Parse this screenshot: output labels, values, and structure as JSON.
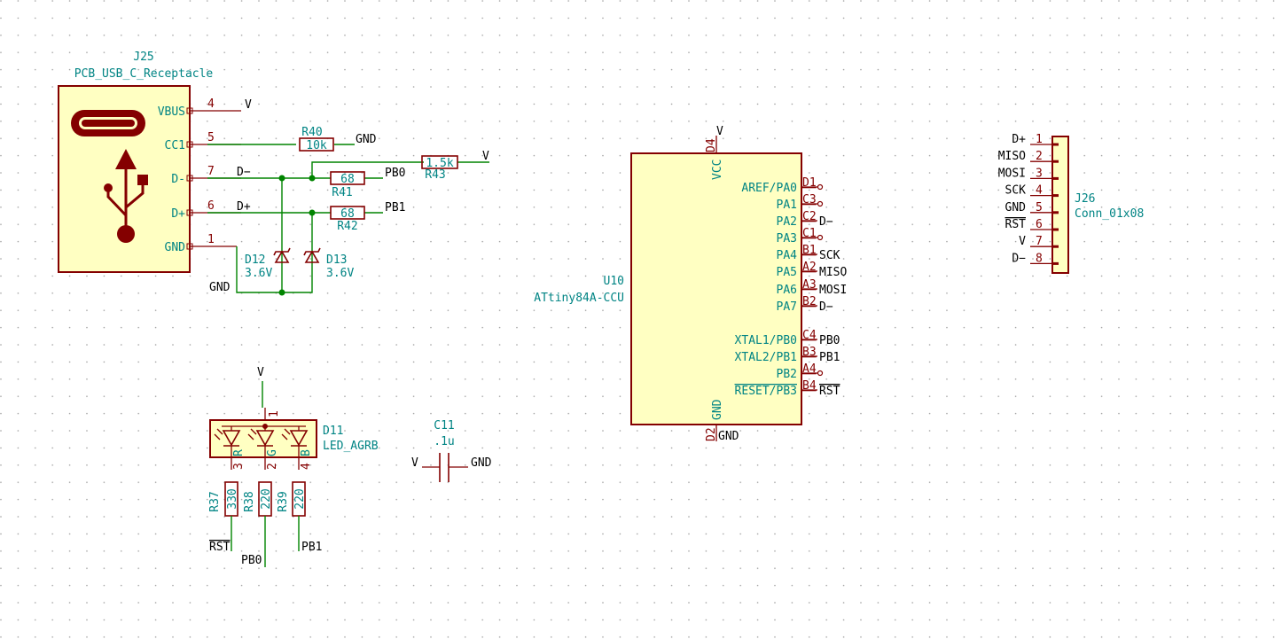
{
  "j25": {
    "ref": "J25",
    "value": "PCB_USB_C_Receptacle",
    "pins": [
      {
        "name": "VBUS",
        "num": "4",
        "net": "V"
      },
      {
        "name": "CC1",
        "num": "5",
        "net": ""
      },
      {
        "name": "D-",
        "num": "7",
        "net": "D−"
      },
      {
        "name": "D+",
        "num": "6",
        "net": "D+"
      },
      {
        "name": "GND",
        "num": "1",
        "net": "GND"
      }
    ]
  },
  "r40": {
    "ref": "R40",
    "value": "10k",
    "net": "GND"
  },
  "r41": {
    "ref": "R41",
    "value": "68",
    "net": "PB0"
  },
  "r42": {
    "ref": "R42",
    "value": "68",
    "net": "PB1"
  },
  "r43": {
    "ref": "R43",
    "value": "1.5k",
    "net": "V"
  },
  "d12": {
    "ref": "D12",
    "value": "3.6V"
  },
  "d13": {
    "ref": "D13",
    "value": "3.6V"
  },
  "d11": {
    "ref": "D11",
    "value": "LED_AGRB",
    "top_net": "V",
    "pin1": "1",
    "pins": [
      "3",
      "2",
      "4"
    ],
    "letters": [
      "R",
      "G",
      "B"
    ]
  },
  "r37": {
    "ref": "R37",
    "value": "330",
    "net": "RST"
  },
  "r38": {
    "ref": "R38",
    "value": "220",
    "net": "PB0"
  },
  "r39": {
    "ref": "R39",
    "value": "220",
    "net": "PB1"
  },
  "c11": {
    "ref": "C11",
    "value": ".1u",
    "left": "V",
    "right": "GND"
  },
  "u10": {
    "ref": "U10",
    "value": "ATtiny84A-CCU",
    "vcc": {
      "name": "VCC",
      "num": "D4",
      "net": "V"
    },
    "gnd": {
      "name": "GND",
      "num": "D2",
      "net": "GND"
    },
    "pins": [
      {
        "name": "AREF/PA0",
        "num": "D1",
        "net": ""
      },
      {
        "name": "PA1",
        "num": "C3",
        "net": ""
      },
      {
        "name": "PA2",
        "num": "C2",
        "net": "D−"
      },
      {
        "name": "PA3",
        "num": "C1",
        "net": ""
      },
      {
        "name": "PA4",
        "num": "B1",
        "net": "SCK"
      },
      {
        "name": "PA5",
        "num": "A2",
        "net": "MISO"
      },
      {
        "name": "PA6",
        "num": "A3",
        "net": "MOSI"
      },
      {
        "name": "PA7",
        "num": "B2",
        "net": "D−"
      },
      {
        "name": "XTAL1/PB0",
        "num": "C4",
        "net": "PB0"
      },
      {
        "name": "XTAL2/PB1",
        "num": "B3",
        "net": "PB1"
      },
      {
        "name": "PB2",
        "num": "A4",
        "net": ""
      },
      {
        "name": "RESET/PB3",
        "num": "B4",
        "net": "RST"
      }
    ]
  },
  "j26": {
    "ref": "J26",
    "value": "Conn_01x08",
    "pins": [
      {
        "num": "1",
        "net": "D+"
      },
      {
        "num": "2",
        "net": "MISO"
      },
      {
        "num": "3",
        "net": "MOSI"
      },
      {
        "num": "4",
        "net": "SCK"
      },
      {
        "num": "5",
        "net": "GND"
      },
      {
        "num": "6",
        "net": "RST"
      },
      {
        "num": "7",
        "net": "V"
      },
      {
        "num": "8",
        "net": "D−"
      }
    ]
  }
}
